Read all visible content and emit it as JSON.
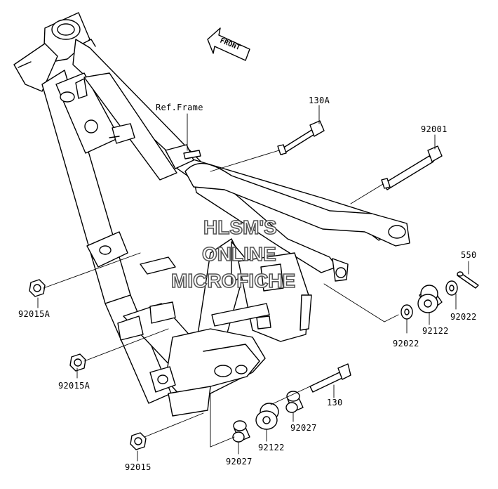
{
  "front_arrow": {
    "text": "FRONT"
  },
  "watermark": {
    "line1": "HLSM'S",
    "line2": "ONLINE",
    "line3": "MICROFICHE"
  },
  "labels": {
    "ref_frame": "Ref.Frame",
    "p130A": "130A",
    "p92001": "92001",
    "p550": "550",
    "p92022_right": "92022",
    "p92122_right": "92122",
    "p92022_lower": "92022",
    "p92015A_upper": "92015A",
    "p92015A_lower": "92015A",
    "p130": "130",
    "p92027_right": "92027",
    "p92122_lower": "92122",
    "p92027_lower": "92027",
    "p92015": "92015"
  }
}
